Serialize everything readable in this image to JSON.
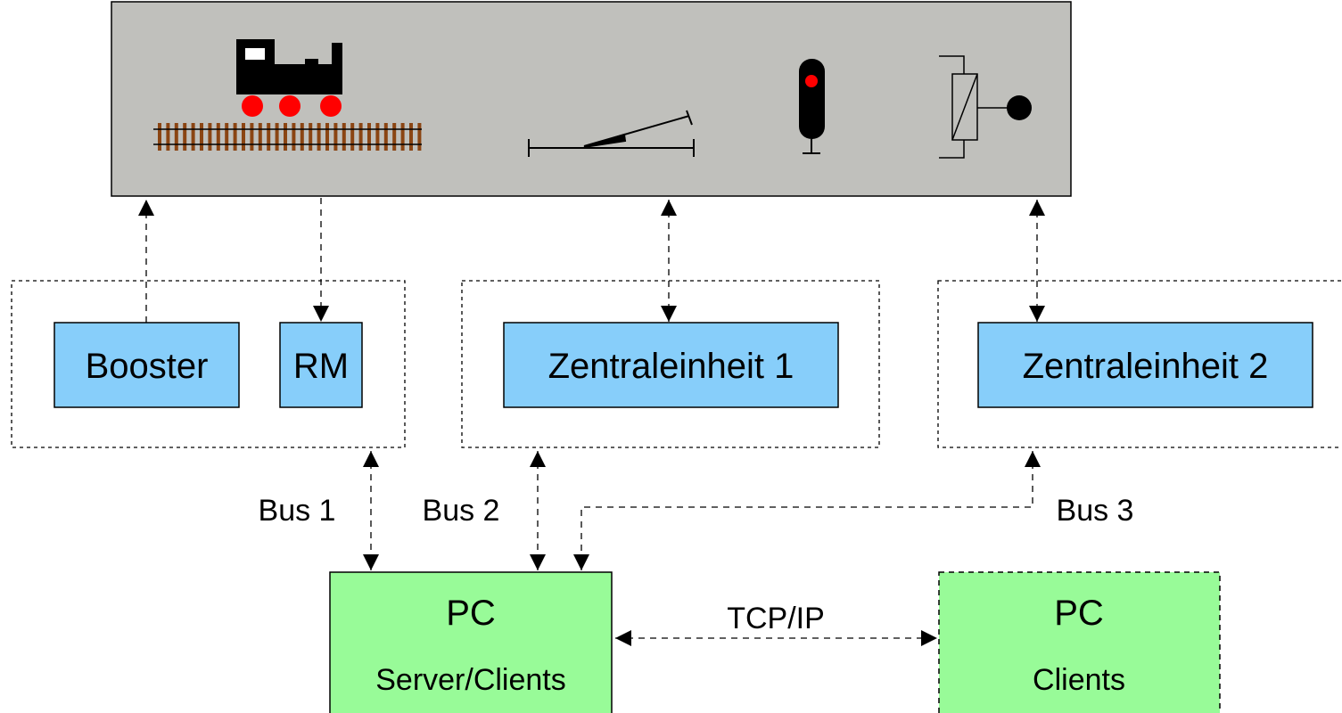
{
  "layout_area": {
    "icons": [
      "locomotive-on-track-icon",
      "turnout-icon",
      "signal-icon",
      "relay-contact-icon"
    ]
  },
  "modules": {
    "booster": "Booster",
    "rm": "RM",
    "zentraleinheit_1": "Zentraleinheit 1",
    "zentraleinheit_2": "Zentraleinheit 2"
  },
  "buses": {
    "bus1": "Bus 1",
    "bus2": "Bus 2",
    "bus3": "Bus 3"
  },
  "pc_server": {
    "title": "PC",
    "subtitle": "Server/Clients"
  },
  "pc_clients": {
    "title": "PC",
    "subtitle": "Clients"
  },
  "network": {
    "label": "TCP/IP"
  },
  "colors": {
    "layout_bg": "#c0c0bc",
    "module_fill": "#87cefa",
    "pc_fill": "#98fb98",
    "wheel_red": "#ff0000",
    "sleeper_brown": "#8b4513"
  }
}
